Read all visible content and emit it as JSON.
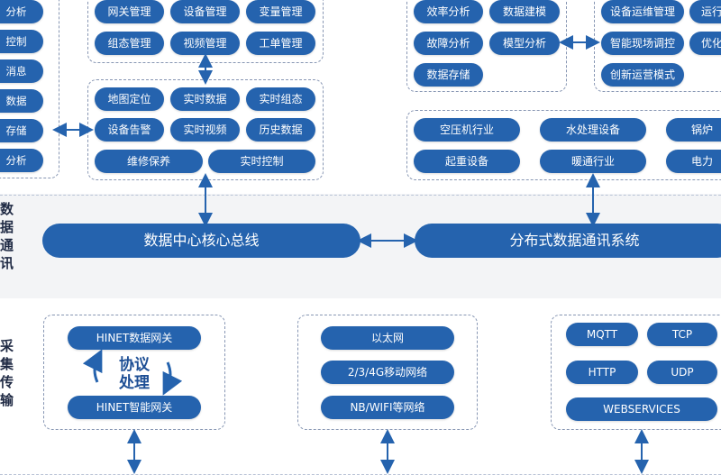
{
  "top_left_partial": [
    "分析",
    "控制",
    "消息",
    "数据",
    "存储",
    "分析"
  ],
  "app_group_top": [
    "网关管理",
    "设备管理",
    "变量管理",
    "组态管理",
    "视频管理",
    "工单管理"
  ],
  "app_group_mid": [
    "地图定位",
    "实时数据",
    "实时组态",
    "设备告警",
    "实时视频",
    "历史数据",
    "维修保养",
    "实时控制"
  ],
  "analysis_group": [
    "效率分析",
    "数据建模",
    "故障分析",
    "模型分析",
    "数据存储"
  ],
  "ops_group": [
    "设备运维管理",
    "运行",
    "智能现场调控",
    "优化",
    "创新运营模式"
  ],
  "industry_group": [
    "空压机行业",
    "水处理设备",
    "锅炉",
    "起重设备",
    "暖通行业",
    "电力"
  ],
  "comm_label": [
    "数",
    "据",
    "通",
    "讯"
  ],
  "bus_left": "数据中心核心总线",
  "bus_right": "分布式数据通讯系统",
  "acq_label": [
    "采",
    "集",
    "传",
    "输"
  ],
  "gateway_top": "HINET数据网关",
  "gateway_bottom": "HINET智能网关",
  "protocol_line1": "协议",
  "protocol_line2": "处理",
  "network_group": [
    "以太网",
    "2/3/4G移动网络",
    "NB/WIFI等网络"
  ],
  "protocol_group": [
    "MQTT",
    "TCP",
    "HTTP",
    "UDP",
    "WEBSERVICES"
  ],
  "colors": {
    "pill": "#2563ae",
    "dash": "#8796b3",
    "text_dark": "#1f2a44"
  }
}
